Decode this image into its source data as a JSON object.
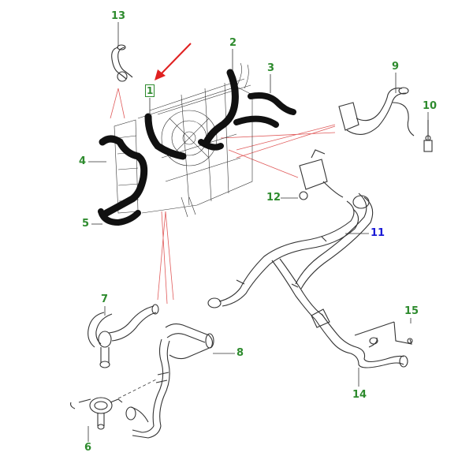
{
  "colors": {
    "label": "#2e8b2e",
    "label_highlight": "#1a1ad6",
    "leader": "#e05a5a",
    "arrow": "#e02020",
    "hose": "#111111",
    "line": "#333333"
  },
  "callouts": [
    {
      "id": "c13",
      "text": "13",
      "icon": "hose-clamp-icon"
    },
    {
      "id": "c2",
      "text": "2",
      "icon": "upper-hose-icon"
    },
    {
      "id": "c3",
      "text": "3",
      "icon": "bypass-hose-icon"
    },
    {
      "id": "c1",
      "text": "1",
      "icon": "radiator-assembly-icon",
      "framed": true
    },
    {
      "id": "c9",
      "text": "9",
      "icon": "expansion-hose-icon"
    },
    {
      "id": "c10",
      "text": "10",
      "icon": "temperature-sensor-icon"
    },
    {
      "id": "c4",
      "text": "4",
      "icon": "lower-hose-icon"
    },
    {
      "id": "c12",
      "text": "12",
      "icon": "valve-icon"
    },
    {
      "id": "c11",
      "text": "11",
      "icon": "heater-pipe-icon",
      "highlight": true
    },
    {
      "id": "c5",
      "text": "5",
      "icon": "return-hose-icon"
    },
    {
      "id": "c7",
      "text": "7",
      "icon": "outlet-hose-icon"
    },
    {
      "id": "c15",
      "text": "15",
      "icon": "bracket-icon"
    },
    {
      "id": "c8",
      "text": "8",
      "icon": "pipe-assembly-icon"
    },
    {
      "id": "c14",
      "text": "14",
      "icon": "coolant-pipe-icon"
    },
    {
      "id": "c6",
      "text": "6",
      "icon": "thermostat-housing-icon"
    }
  ]
}
